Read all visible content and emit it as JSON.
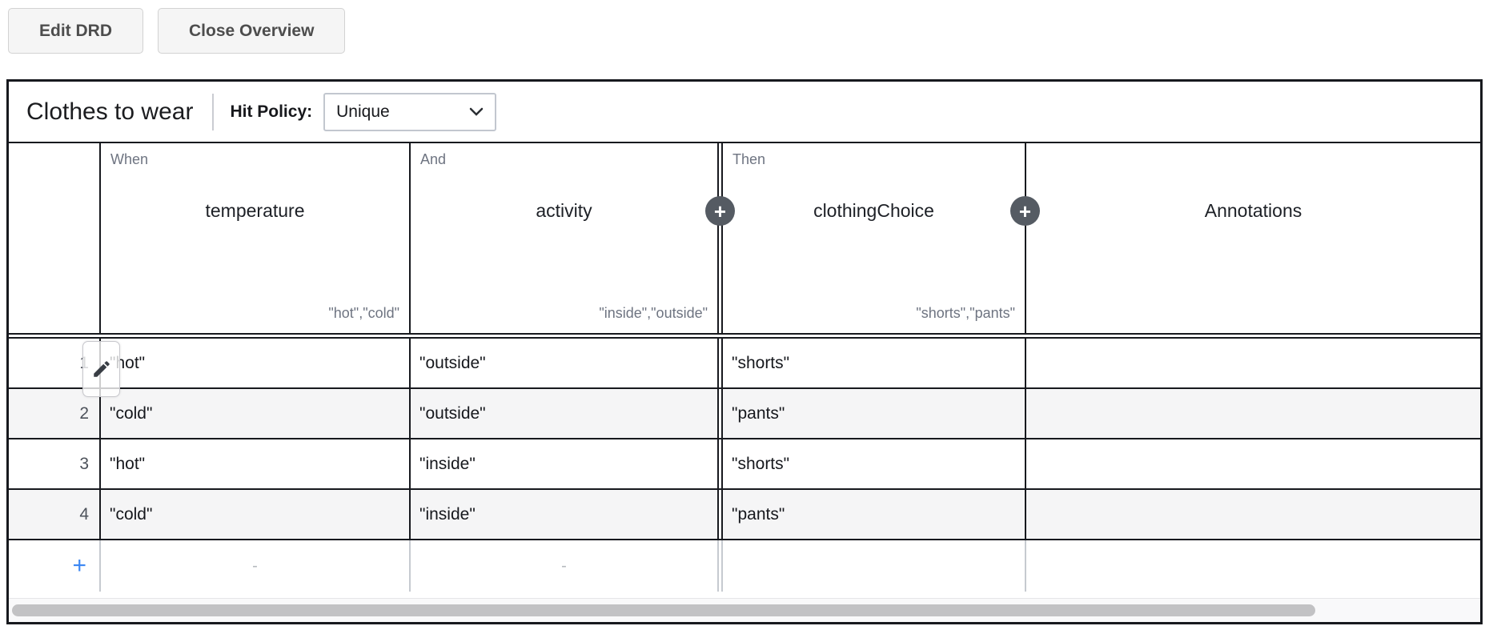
{
  "toolbar": {
    "edit_drd": "Edit DRD",
    "close_overview": "Close Overview"
  },
  "table": {
    "title": "Clothes to wear",
    "hit_policy": {
      "label": "Hit Policy:",
      "selected": "Unique"
    },
    "columns": [
      {
        "rule_label": "When",
        "name": "temperature",
        "allowed_values": "\"hot\",\"cold\"",
        "kind": "input"
      },
      {
        "rule_label": "And",
        "name": "activity",
        "allowed_values": "\"inside\",\"outside\"",
        "kind": "input"
      },
      {
        "rule_label": "Then",
        "name": "clothingChoice",
        "allowed_values": "\"shorts\",\"pants\"",
        "kind": "output"
      },
      {
        "name": "Annotations",
        "kind": "annotation"
      }
    ],
    "add_input_column_label": "+",
    "add_output_column_label": "+",
    "rules": [
      {
        "number": "1",
        "cells": [
          "\"hot\"",
          "\"outside\"",
          "\"shorts\"",
          ""
        ]
      },
      {
        "number": "2",
        "cells": [
          "\"cold\"",
          "\"outside\"",
          "\"pants\"",
          ""
        ]
      },
      {
        "number": "3",
        "cells": [
          "\"hot\"",
          "\"inside\"",
          "\"shorts\"",
          ""
        ]
      },
      {
        "number": "4",
        "cells": [
          "\"cold\"",
          "\"inside\"",
          "\"pants\"",
          ""
        ]
      }
    ],
    "add_rule_label": "+",
    "empty_cell_placeholder": "-"
  },
  "colors": {
    "accent_blue": "#3c87f3",
    "add_column_button_gray": "#555b63",
    "row_stripe": "#f5f5f6",
    "table_border": "#17191e"
  }
}
